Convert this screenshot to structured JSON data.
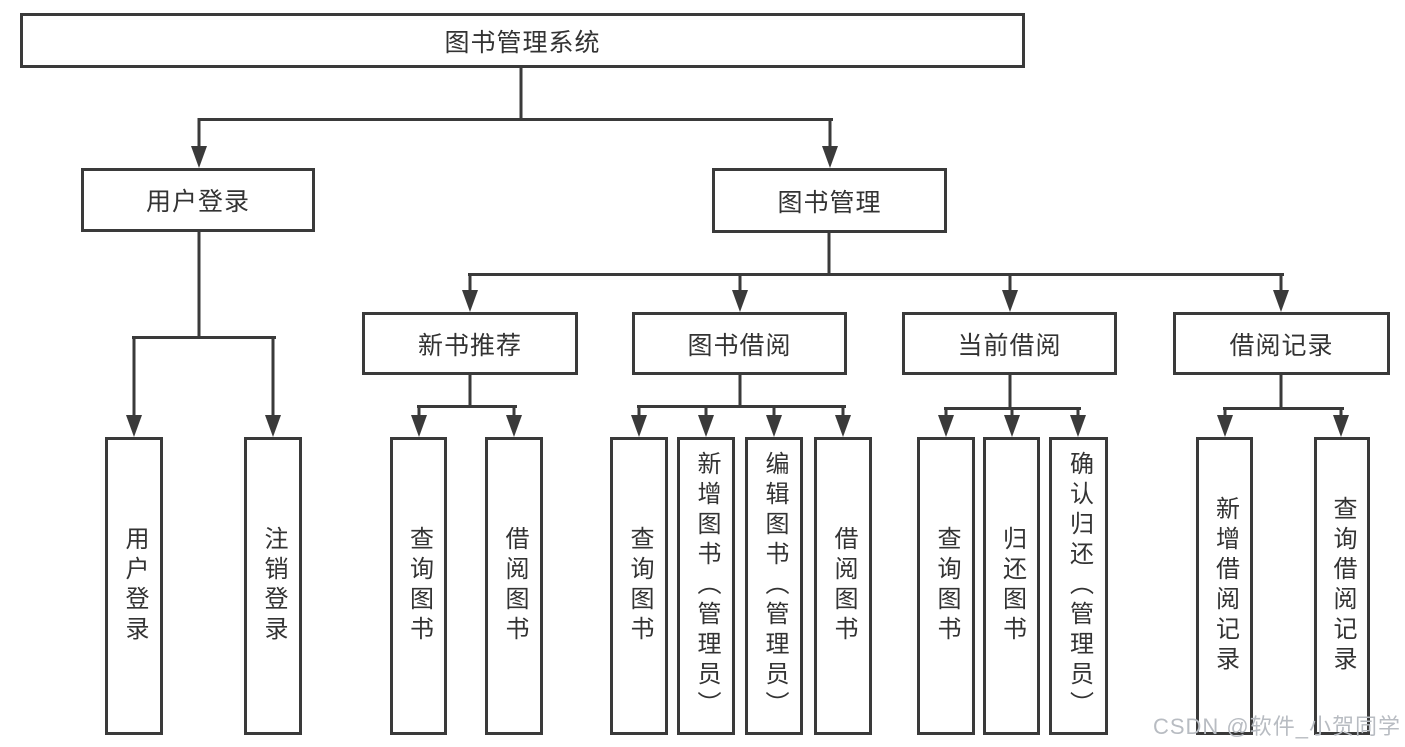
{
  "diagram": {
    "title": "图书管理系统",
    "root": {
      "label": "图书管理系统"
    },
    "level2": [
      {
        "label": "用户登录"
      },
      {
        "label": "图书管理"
      }
    ],
    "level3": [
      {
        "label": "新书推荐"
      },
      {
        "label": "图书借阅"
      },
      {
        "label": "当前借阅"
      },
      {
        "label": "借阅记录"
      }
    ],
    "leaves": {
      "user_login": [
        {
          "label": "用户登录"
        },
        {
          "label": "注销登录"
        }
      ],
      "new_book": [
        {
          "label": "查询图书"
        },
        {
          "label": "借阅图书"
        }
      ],
      "book_borrow": [
        {
          "label": "查询图书"
        },
        {
          "label": "新增图书（管理员）"
        },
        {
          "label": "编辑图书（管理员）"
        },
        {
          "label": "借阅图书"
        }
      ],
      "current_borrow": [
        {
          "label": "查询图书"
        },
        {
          "label": "归还图书"
        },
        {
          "label": "确认归还（管理员）"
        }
      ],
      "borrow_records": [
        {
          "label": "新增借阅记录"
        },
        {
          "label": "查询借阅记录"
        }
      ]
    }
  },
  "watermark": {
    "text": "CSDN @软件_小贺同学"
  },
  "colors": {
    "line": "#3a3a3a",
    "text": "#333333",
    "watermark": "#b8bcc2",
    "background": "#ffffff"
  }
}
